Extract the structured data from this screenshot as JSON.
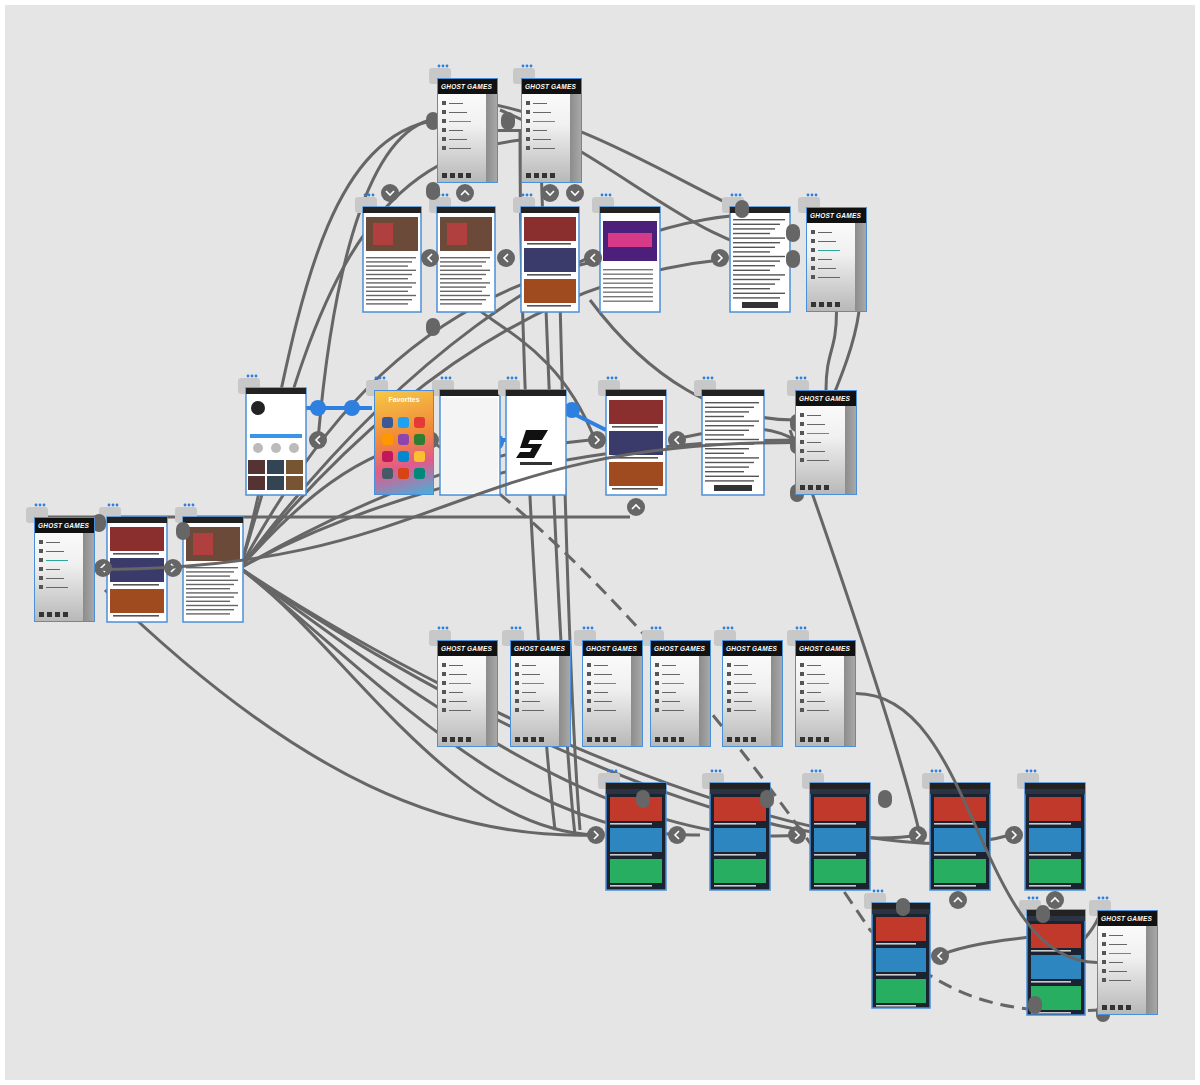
{
  "diagram": {
    "nodes": [
      {
        "text": [
          "GHOST GAMES"
        ]
      },
      {
        "text": [
          "GHOST GAMES"
        ]
      },
      {
        "text": [
          "GHOST GAMES"
        ]
      },
      {
        "text": [
          "Favorites"
        ]
      },
      {
        "text": [
          "GHOST GAMES"
        ]
      },
      {
        "text": [
          "GHOST GAMES"
        ]
      },
      {
        "text": [
          "GHOST GAMES"
        ]
      },
      {
        "text": [
          "GHOST GAMES"
        ]
      },
      {
        "text": [
          "GHOST GAMES"
        ]
      },
      {
        "text": [
          "GHOST GAMES"
        ]
      },
      {
        "text": [
          "GHOST GAMES"
        ]
      },
      {
        "text": [
          "GHOST GAMES"
        ]
      },
      {
        "text": [
          "GHOST GAMES"
        ]
      }
    ],
    "edges": [
      {
        "from": 0,
        "to": 1,
        "arrow": "none"
      },
      {
        "from": 5,
        "to": 4,
        "arrow": "none"
      },
      {
        "from": 2,
        "to": 4,
        "arrow": "none"
      },
      {
        "from": 11,
        "to": 12,
        "arrow": "none"
      }
    ]
  }
}
